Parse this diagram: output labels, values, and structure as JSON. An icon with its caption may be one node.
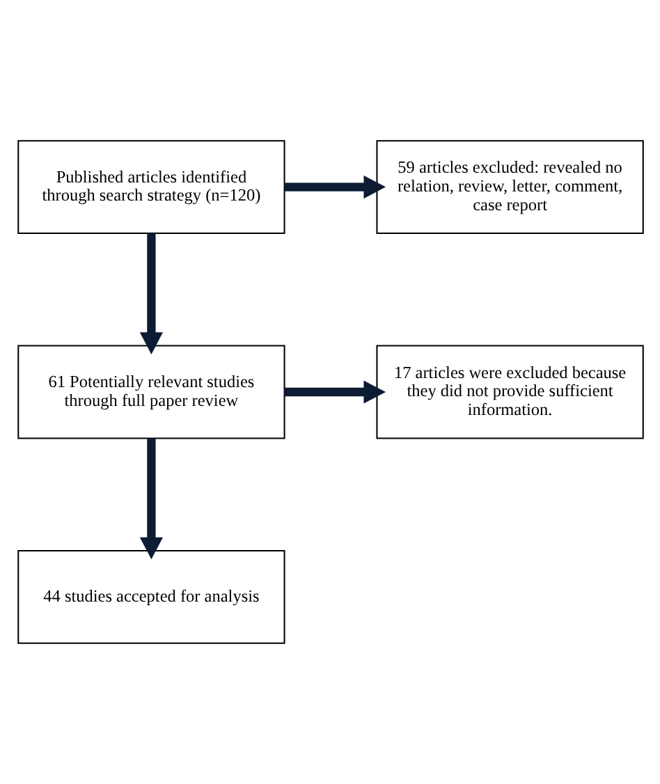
{
  "diagram": {
    "nodes": [
      {
        "text": [
          "Published articles identified through search strategy (n=120)"
        ]
      },
      {
        "text": [
          "59 articles excluded: revealed no relation, review, letter, comment, case report"
        ]
      },
      {
        "text": [
          "61 Potentially relevant studies through full paper review"
        ]
      },
      {
        "text": [
          "17 articles were excluded because they did not provide sufficient information."
        ]
      },
      {
        "text": [
          "44 studies accepted for analysis"
        ]
      }
    ],
    "edges": [
      {
        "from": 0,
        "to": 1,
        "arrow": "to"
      },
      {
        "from": 0,
        "to": 2,
        "arrow": "to"
      },
      {
        "from": 2,
        "to": 3,
        "arrow": "to"
      },
      {
        "from": 2,
        "to": 4,
        "arrow": "to"
      }
    ]
  }
}
